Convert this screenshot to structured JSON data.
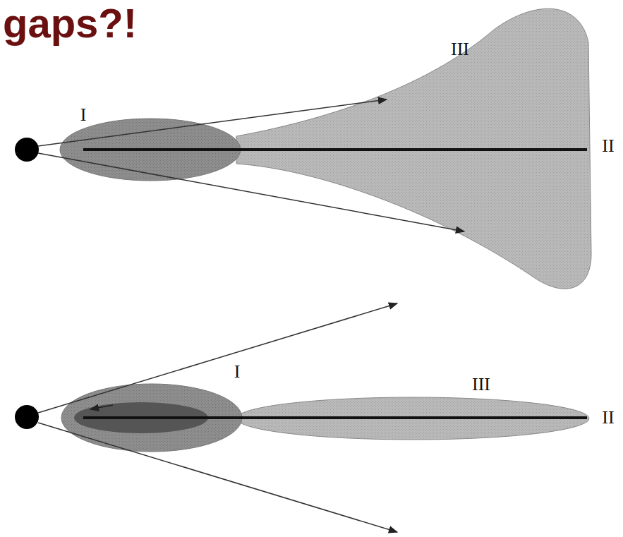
{
  "diagram": {
    "title": "gaps?!",
    "labels": [
      "III",
      "I",
      "II",
      "I",
      "III",
      "II"
    ]
  }
}
